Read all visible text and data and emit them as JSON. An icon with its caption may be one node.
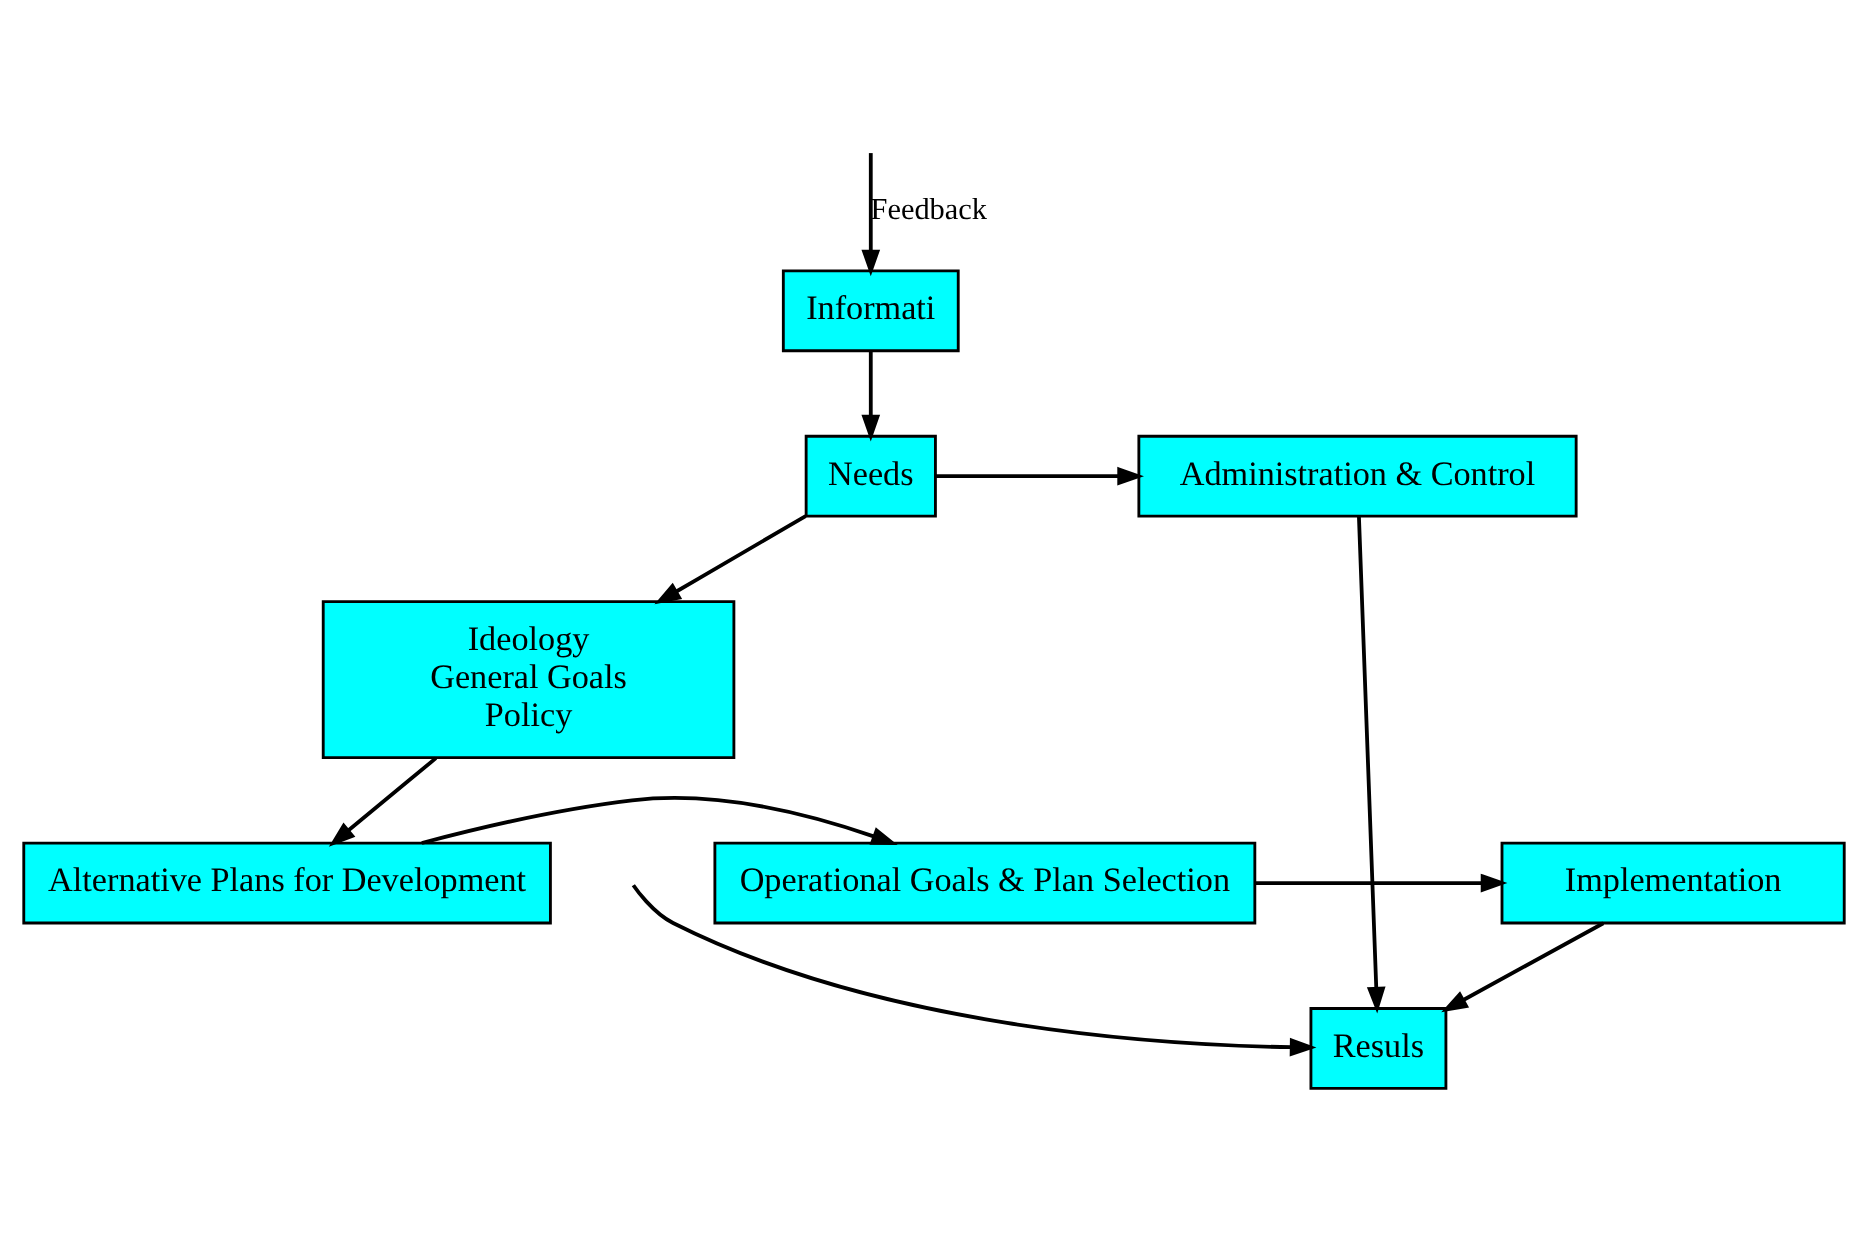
{
  "diagram": {
    "nodes": [
      {
        "text": [
          "Needs"
        ]
      },
      {
        "text": [
          "Informati"
        ]
      },
      {
        "text": [
          "Administration & Control"
        ]
      },
      {
        "text": [
          "Ideology",
          "General Goals",
          "Policy"
        ]
      },
      {
        "text": [
          "Resuls"
        ]
      },
      {
        "text": [
          "Alternative Plans for Development"
        ]
      },
      {
        "text": [
          "Operational Goals & Plan Selection"
        ]
      },
      {
        "text": [
          "Implementation"
        ]
      }
    ],
    "edges": [
      {
        "from": 1,
        "to": 0,
        "arrow": "to"
      },
      {
        "from": 0,
        "to": 2,
        "arrow": "to"
      },
      {
        "from": 0,
        "to": 3,
        "arrow": "to"
      },
      {
        "from": 2,
        "to": 4,
        "arrow": "to"
      },
      {
        "from": null,
        "to": 4,
        "arrow": "to"
      },
      {
        "from": 3,
        "to": 5,
        "arrow": "to"
      },
      {
        "from": 5,
        "to": 6,
        "arrow": "to"
      },
      {
        "from": 6,
        "to": 7,
        "arrow": "to"
      },
      {
        "from": 7,
        "to": 4,
        "arrow": "to"
      },
      {
        "from": null,
        "to": 1,
        "arrow": "to",
        "label": "Feedback"
      }
    ]
  }
}
